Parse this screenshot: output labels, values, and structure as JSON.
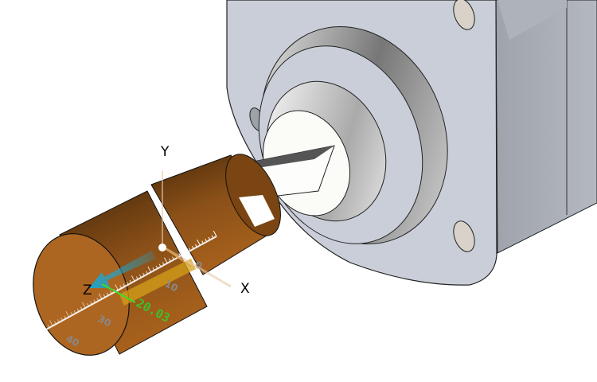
{
  "viewport": {
    "axes": {
      "x_label": "X",
      "y_label": "Y",
      "z_label": "Z"
    },
    "ruler": {
      "ticks": [
        "0",
        "10",
        "30",
        "40"
      ]
    },
    "measurement": {
      "value": "20.03",
      "color": "#3fbf2a"
    },
    "colors": {
      "coupling": "#a8611c",
      "motor": "#c9ced8",
      "axis_arrow": "#1fa3cc",
      "ruler_fill": "#d4a018"
    }
  }
}
